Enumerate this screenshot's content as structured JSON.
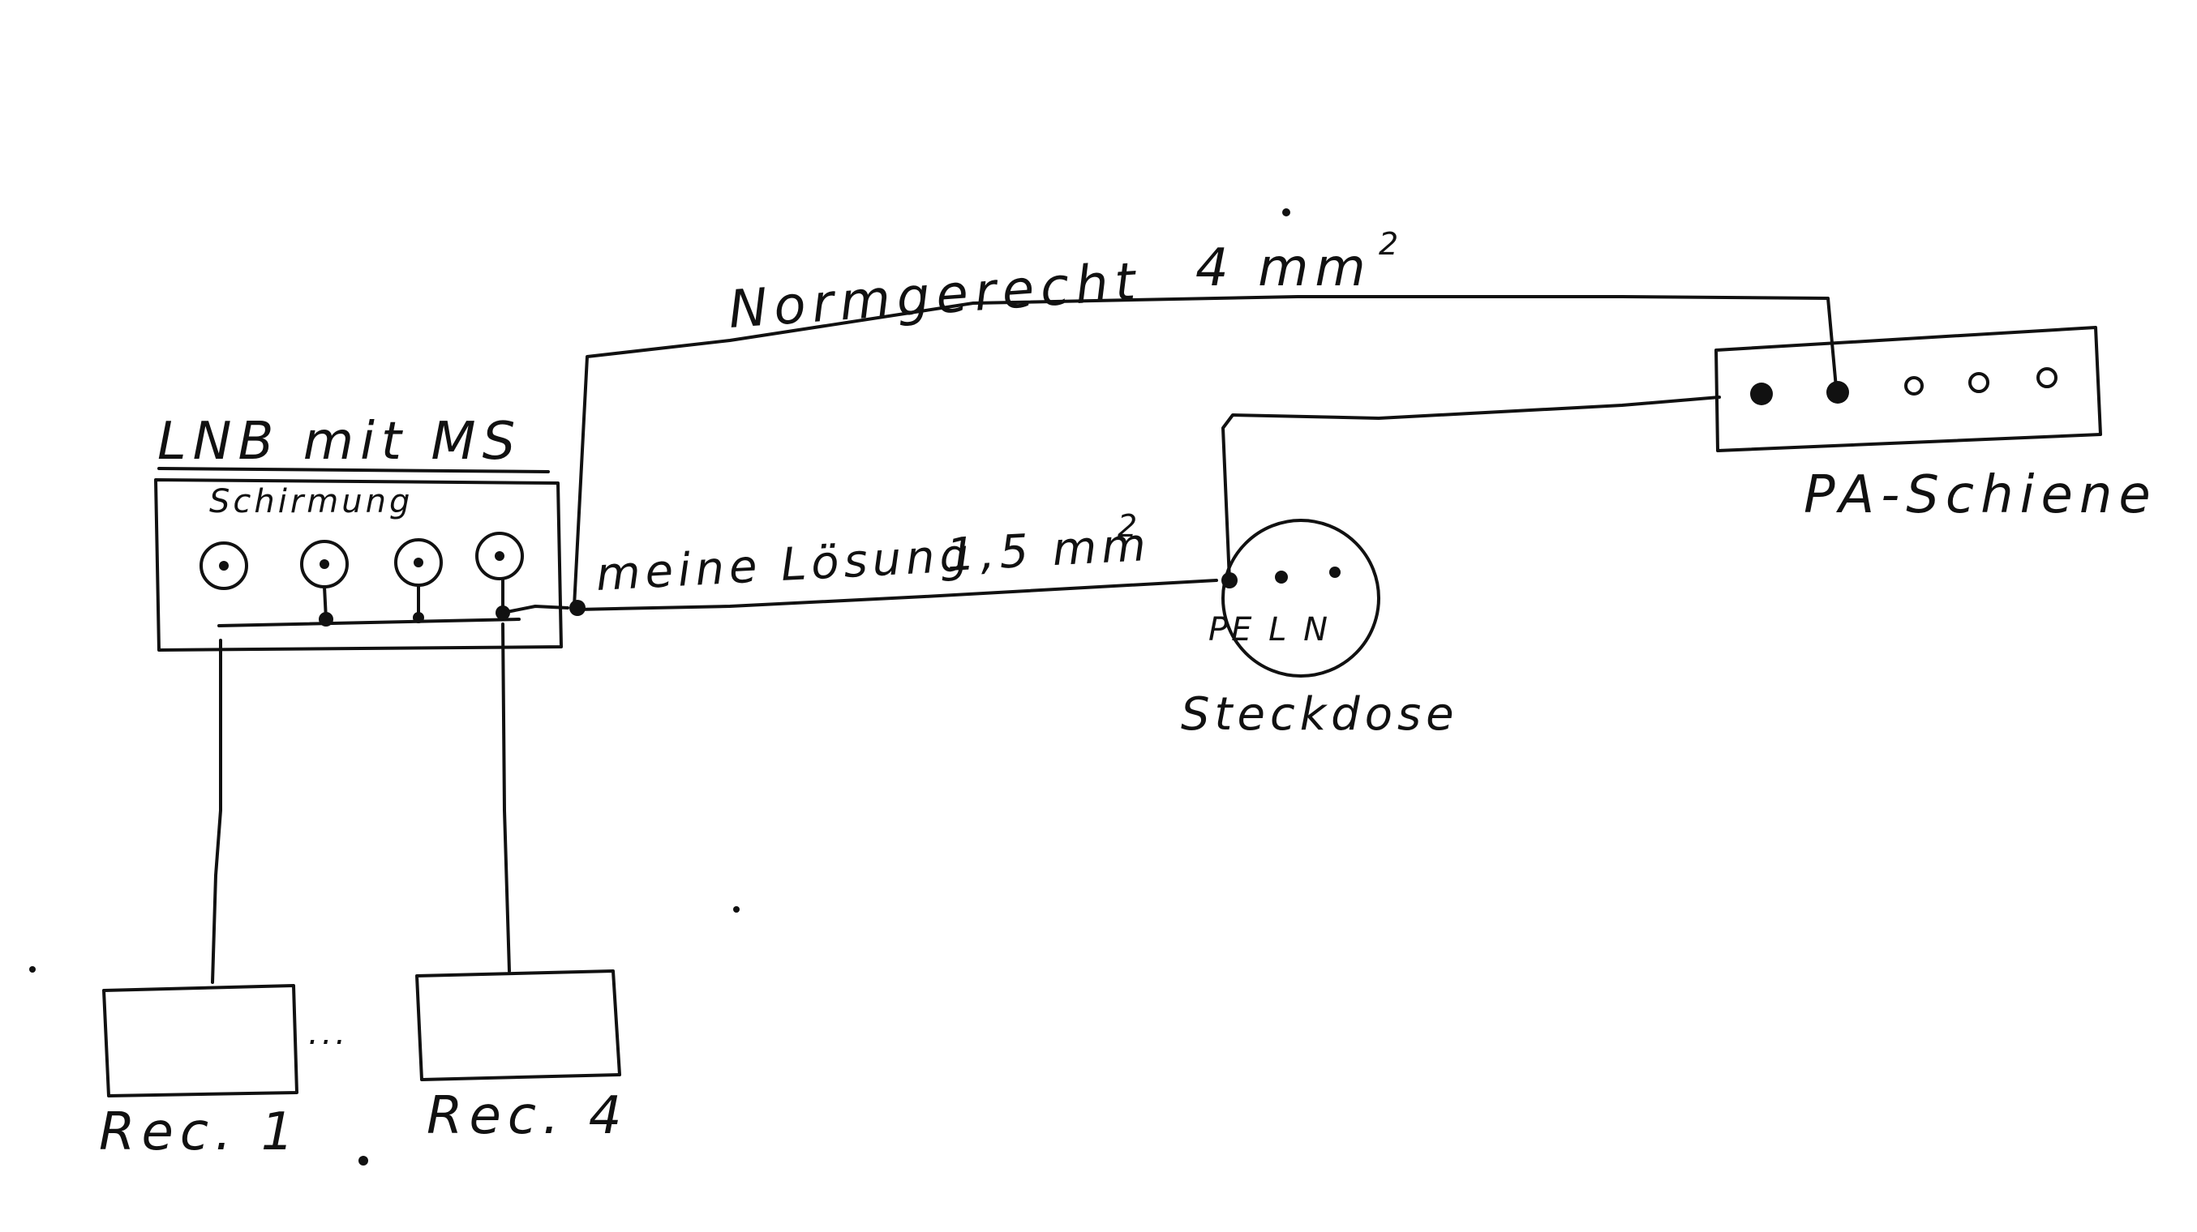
{
  "labels": {
    "lnb": "LNB mit MS",
    "shield": "Schirmung",
    "norm_wire": "Normgerecht",
    "norm_size": "4 mm",
    "norm_sup": "2",
    "my_wire": "meine Lösung",
    "my_size": "1,5 mm",
    "my_sup": "2",
    "socket_pins": "PE L N",
    "socket": "Steckdose",
    "pa_rail": "PA-Schiene",
    "rec1": "Rec. 1",
    "rec4": "Rec. 4",
    "ellipsis": "..."
  },
  "colors": {
    "ink": "#111111",
    "paper": "#ffffff"
  }
}
